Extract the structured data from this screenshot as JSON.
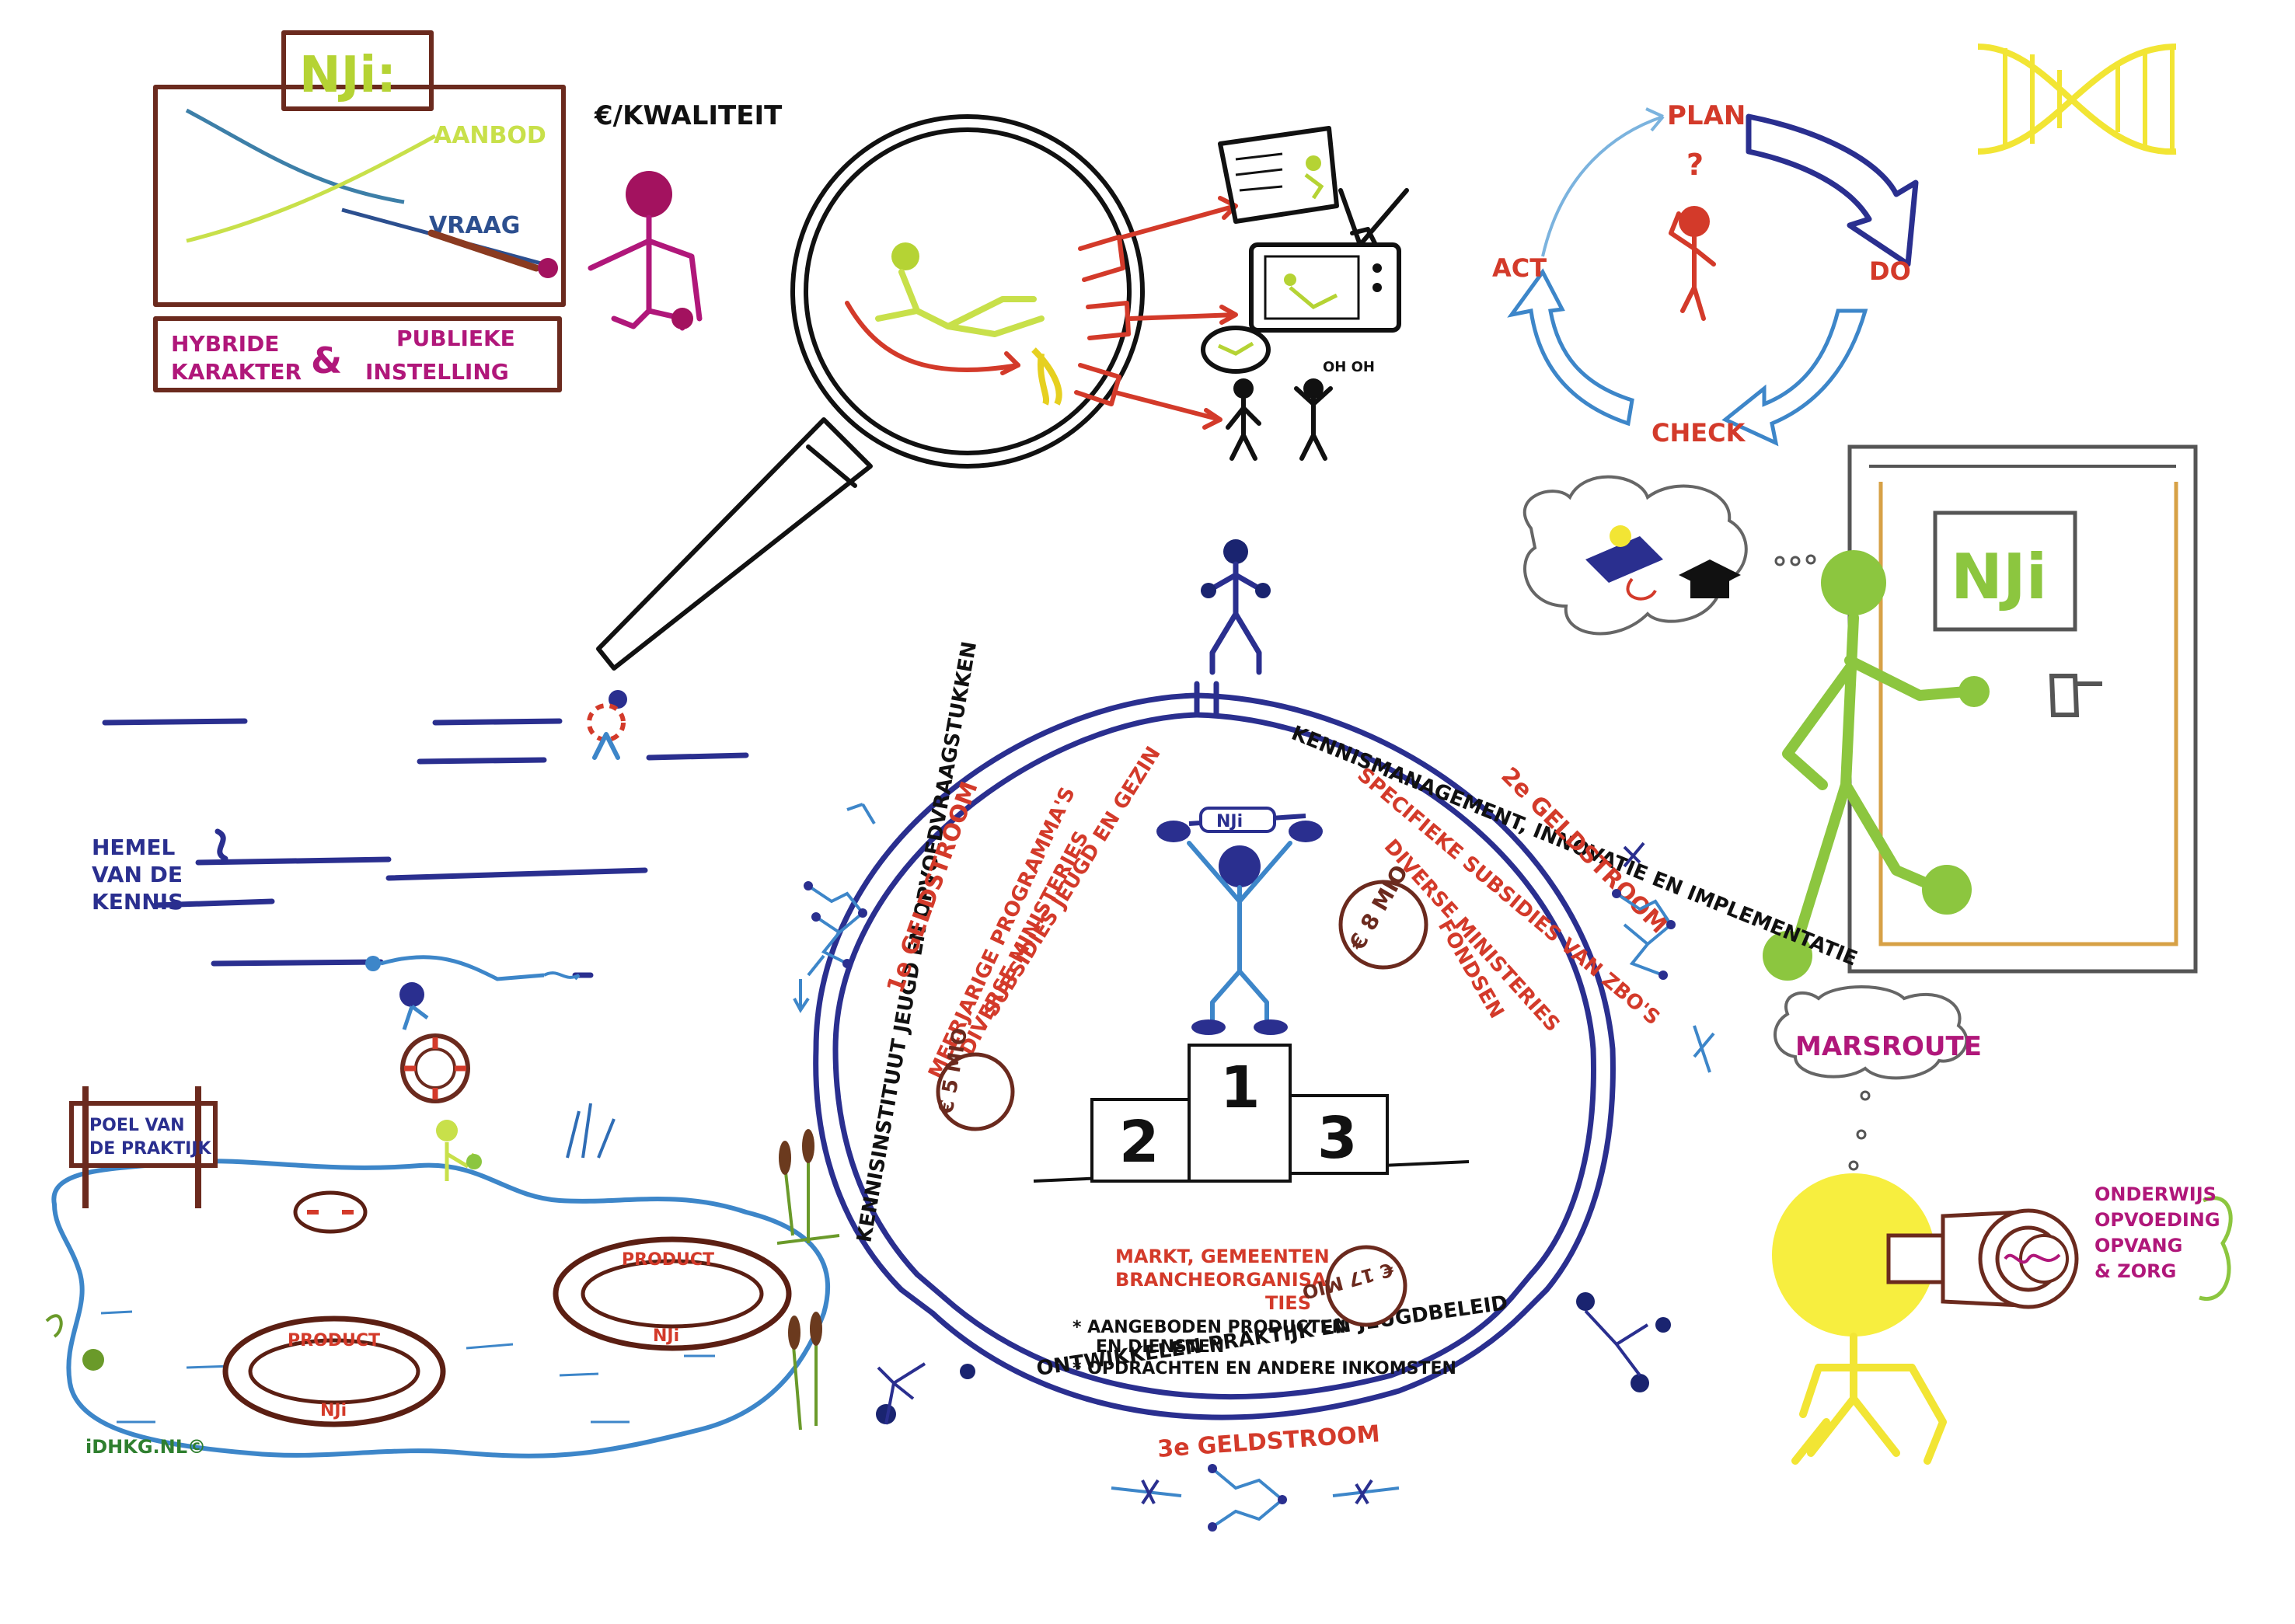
{
  "nji_logo": "NJi:",
  "graph": {
    "aanbod": "AANBOD",
    "vraag": "VRAAG",
    "price_quality": "€/KWALITEIT"
  },
  "hybride": {
    "line1": "HYBRIDE",
    "line2": "KARAKTER",
    "amp": "&",
    "line3": "PUBLIEKE",
    "line4": "INSTELLING"
  },
  "oh_oh": "OH OH",
  "pdca": {
    "plan": "PLAN",
    "do": "DO",
    "check": "CHECK",
    "act": "ACT",
    "question": "?"
  },
  "door_logo": "NJi",
  "hemel": {
    "line1": "HEMEL",
    "line2": "VAN DE",
    "line3": "KENNIS"
  },
  "poel": {
    "line1": "POEL VAN",
    "line2": "DE PRAKTIJK"
  },
  "rings": [
    {
      "top": "PRODUCT",
      "bottom": "NJi"
    },
    {
      "top": "PRODUCT",
      "bottom": "NJi"
    }
  ],
  "copyright": "iDHKG.NL©",
  "circle": {
    "left_outer": "KENNISINSTITUUT JEUGD EN OPVOEDVRAAGSTUKKEN",
    "right_outer": "KENNISMANAGEMENT, INNOVATIE EN IMPLEMENTATIE",
    "bottom_outer": "ONTWIKKELEN PRAKTIJK EN JEUGDBELEID",
    "geldstroom1": "1e GELDSTROOM",
    "geldstroom2": "2e GELDSTROOM",
    "geldstroom3": "3e GELDSTROOM",
    "left_red_1": "MEERJARIGE PROGRAMMA'S",
    "left_red_2": "DIVERSE MINISTERIES",
    "left_red_3": "SUBSIDIES JEUGD EN GEZIN",
    "right_red_1": "SPECIFIEKE SUBSIDIES VAN ZBO'S",
    "right_red_2": "DIVERSE MINISTERIES",
    "right_red_3": "FONDSEN",
    "bottom_red_1": "MARKT, GEMEENTEN",
    "bottom_red_2": "BRANCHEORGANISA-",
    "bottom_red_3": "TIES",
    "bottom_black_1": "* AANGEBODEN PRODUCTEN",
    "bottom_black_2": "EN DIENSTEN",
    "bottom_black_3": "* OPDRACHTEN EN ANDERE INKOMSTEN",
    "money_left": "€ 5 MIO",
    "money_right": "€ 8 MIO",
    "money_bottom": "€ 17 MIO",
    "podium_1": "1",
    "podium_2": "2",
    "podium_3": "3",
    "banner": "NJi"
  },
  "marsroute": "MARSROUTE",
  "telescope": {
    "line1": "ONDERWIJS",
    "line2": "OPVOEDING",
    "line3": "OPVANG",
    "line4": "& ZORG"
  }
}
